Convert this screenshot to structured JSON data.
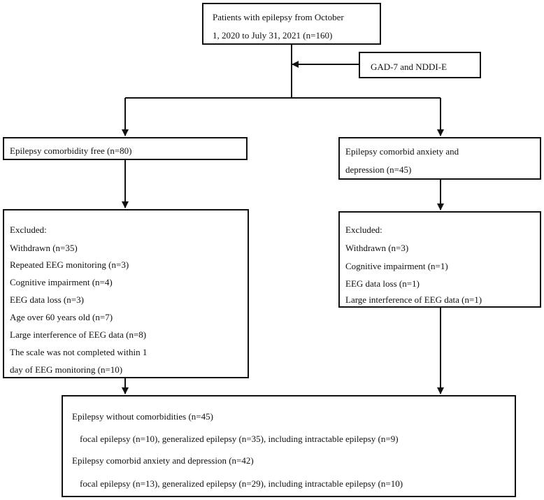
{
  "top": {
    "line1": "Patients with epilepsy from October",
    "line2": "1, 2020 to July 31, 2021 (n=160)"
  },
  "scales": {
    "label": "GAD-7 and NDDI-E"
  },
  "left_group": {
    "label": "Epilepsy comorbidity free (n=80)"
  },
  "right_group": {
    "line1": "Epilepsy comorbid anxiety and",
    "line2": "depression (n=45)"
  },
  "left_excluded": {
    "heading": "Excluded:",
    "items": [
      "Withdrawn (n=35)",
      "Repeated EEG monitoring (n=3)",
      "Cognitive impairment (n=4)",
      "EEG data loss (n=3)",
      "Age over 60 years old (n=7)",
      "Large interference of EEG data (n=8)",
      "The scale was not completed within 1",
      "day of EEG monitoring (n=10)"
    ]
  },
  "right_excluded": {
    "heading": "Excluded:",
    "items": [
      "Withdrawn (n=3)",
      "Cognitive impairment (n=1)",
      "EEG data loss (n=1)",
      "Large interference of EEG data (n=1)"
    ]
  },
  "final": {
    "line1": "Epilepsy without comorbidities (n=45)",
    "line2": "focal epilepsy (n=10), generalized epilepsy (n=35), including intractable epilepsy (n=9)",
    "line3": "Epilepsy comorbid anxiety and depression (n=42)",
    "line4": "focal epilepsy (n=13), generalized epilepsy (n=29), including intractable epilepsy (n=10)"
  }
}
